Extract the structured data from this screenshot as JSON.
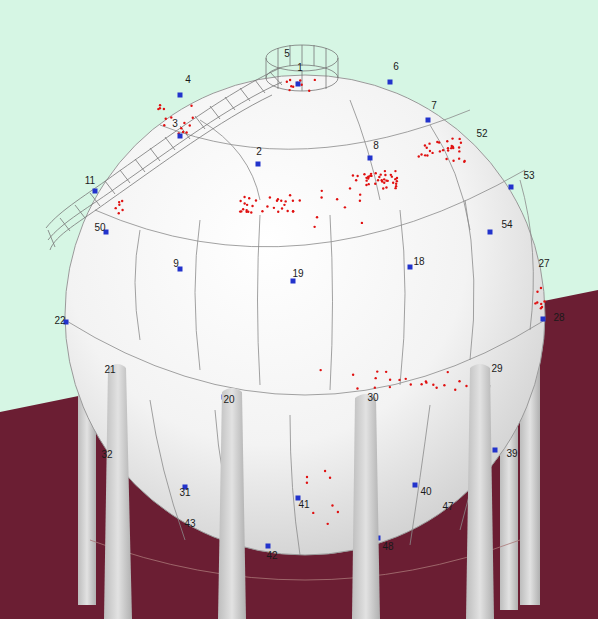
{
  "diagram": {
    "labels": [
      "5",
      "1",
      "6",
      "4",
      "7",
      "3",
      "52",
      "8",
      "2",
      "53",
      "11",
      "54",
      "50",
      "9",
      "19",
      "18",
      "27",
      "22",
      "28",
      "21",
      "29",
      "20",
      "30",
      "32",
      "39",
      "31",
      "40",
      "41",
      "43",
      "47",
      "42",
      "48"
    ]
  }
}
